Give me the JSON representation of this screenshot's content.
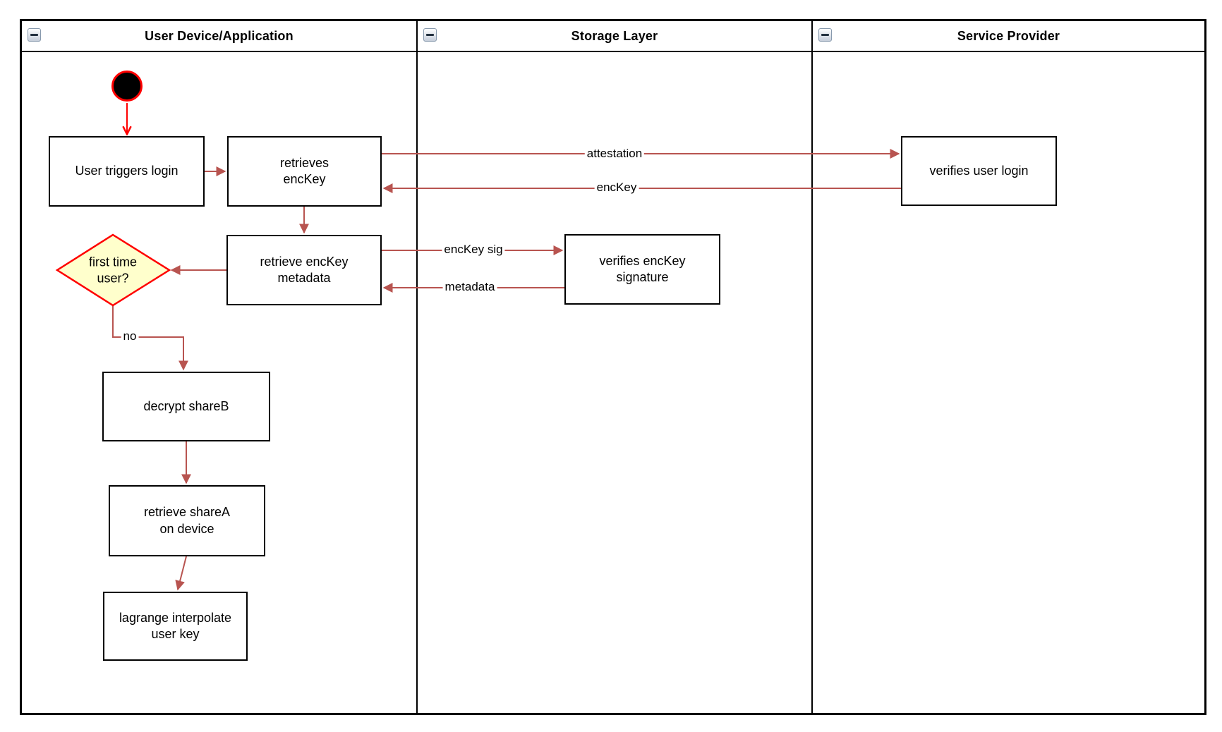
{
  "pool": {
    "lanes": [
      {
        "title": "User Device/Application"
      },
      {
        "title": "Storage Layer"
      },
      {
        "title": "Service Provider"
      }
    ]
  },
  "nodes": {
    "user_triggers_login": {
      "label": "User triggers login"
    },
    "retrieves_enckey": {
      "label": "retrieves\nencKey"
    },
    "verifies_user_login": {
      "label": "verifies user login"
    },
    "retrieve_enckey_metadata": {
      "label": "retrieve encKey\nmetadata"
    },
    "verifies_enckey_signature": {
      "label": "verifies encKey\nsignature"
    },
    "first_time_user": {
      "label": "first time\nuser?"
    },
    "decrypt_shareb": {
      "label": "decrypt shareB"
    },
    "retrieve_sharea_on_device": {
      "label": "retrieve shareA\non device"
    },
    "lagrange_interpolate_user_key": {
      "label": "lagrange interpolate\nuser key"
    }
  },
  "edges": {
    "attestation": {
      "label": "attestation"
    },
    "enckey": {
      "label": "encKey"
    },
    "enckey_sig": {
      "label": "encKey sig"
    },
    "metadata": {
      "label": "metadata"
    },
    "no": {
      "label": "no"
    }
  },
  "icons": {
    "collapse": "minus-icon"
  },
  "colors": {
    "flow_arrow": "#b85450",
    "highlight_red": "#ff0000",
    "decision_fill": "#ffffcc",
    "decision_border": "#ff0000",
    "frame": "#000000"
  }
}
